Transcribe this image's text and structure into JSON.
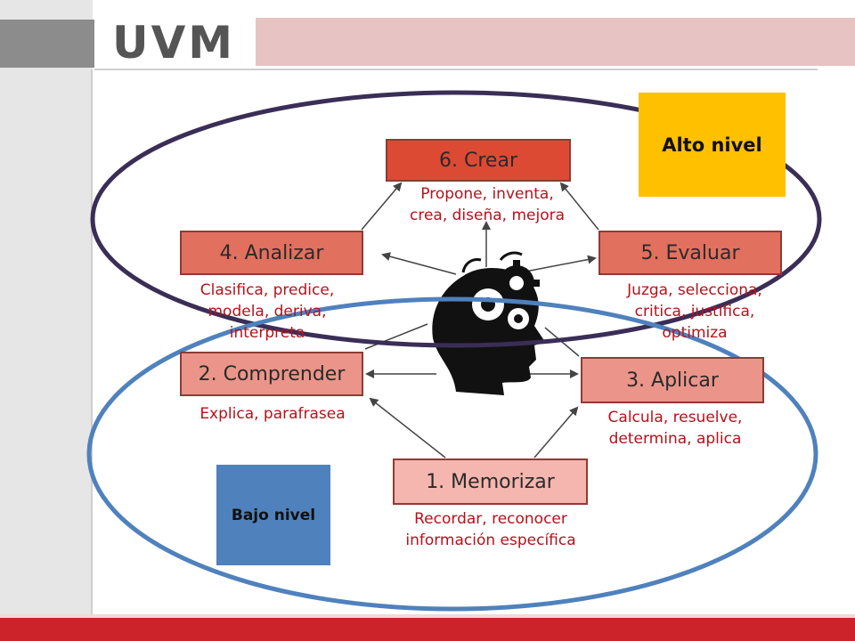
{
  "header": {
    "logo_text": "UVM"
  },
  "levels": {
    "high": {
      "label": "Alto nivel",
      "color": "#ffc000"
    },
    "low": {
      "label": "Bajo nivel",
      "color": "#4f81bd"
    }
  },
  "ellipse_colors": {
    "high": "#3a2e57",
    "low": "#4f81bd"
  },
  "nodes": [
    {
      "id": "crear",
      "label": "6. Crear",
      "desc_lines": [
        "Propone, inventa,",
        "crea, diseña, mejora"
      ],
      "color": "#dd4a34"
    },
    {
      "id": "analizar",
      "label": "4. Analizar",
      "desc_lines": [
        "Clasifica, predice,",
        "modela, deriva,",
        "interpreta"
      ],
      "color": "#e2705f"
    },
    {
      "id": "evaluar",
      "label": "5. Evaluar",
      "desc_lines": [
        "Juzga, selecciona,",
        "critica, justifica,",
        "optimiza"
      ],
      "color": "#e2705f"
    },
    {
      "id": "comprender",
      "label": "2. Comprender",
      "desc_lines": [
        "Explica, parafrasea"
      ],
      "color": "#eb958a"
    },
    {
      "id": "aplicar",
      "label": "3. Aplicar",
      "desc_lines": [
        "Calcula, resuelve,",
        "determina, aplica"
      ],
      "color": "#eb958a"
    },
    {
      "id": "memorizar",
      "label": "1. Memorizar",
      "desc_lines": [
        "Recordar, reconocer",
        "información específica"
      ],
      "color": "#f4b6ae"
    }
  ],
  "footer": {
    "color": "#cc2229"
  }
}
